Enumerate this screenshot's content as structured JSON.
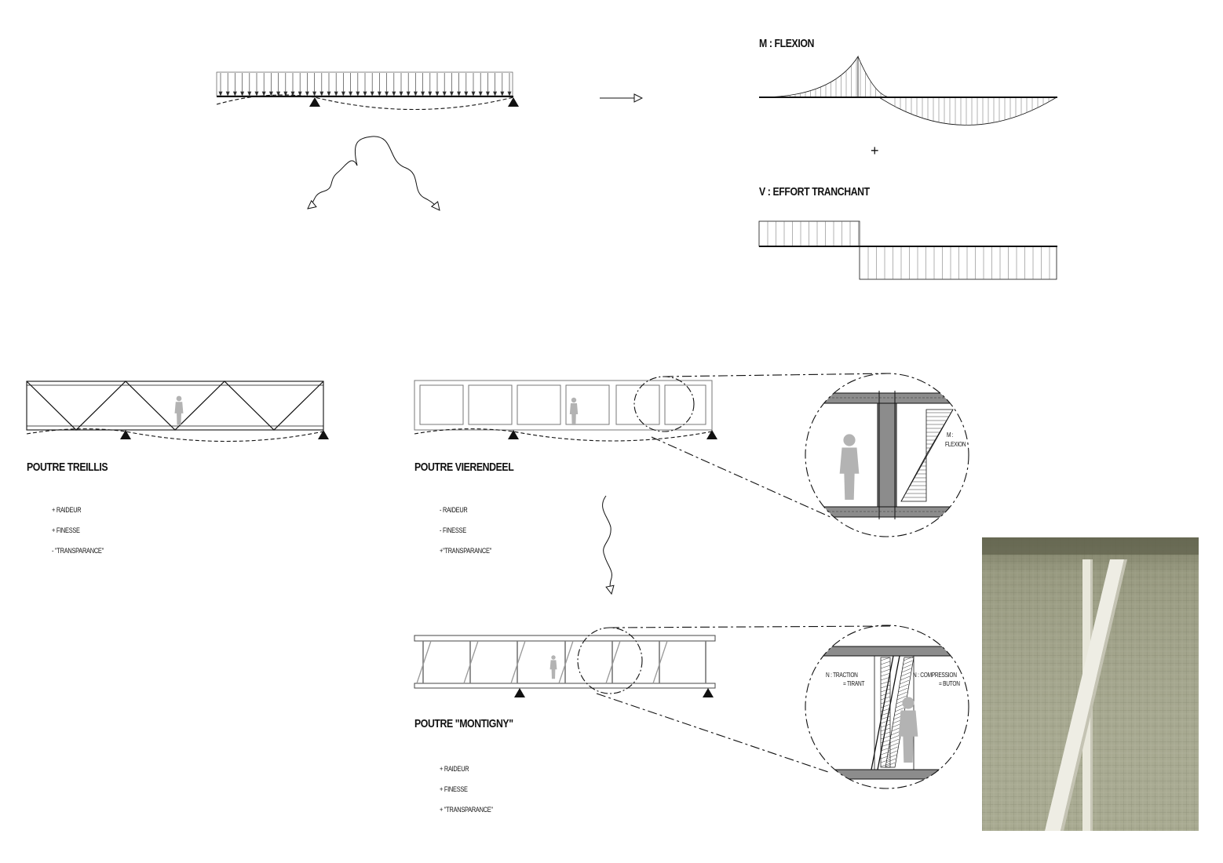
{
  "moment": {
    "label": "M :   FLEXION"
  },
  "plus_sign": "+",
  "shear": {
    "label": "V :   EFFORT TRANCHANT"
  },
  "treillis": {
    "title": "POUTRE TREILLIS",
    "items": [
      "+ RAIDEUR",
      "+ FINESSE",
      "-  \"TRANSPARANCE\""
    ]
  },
  "vierendeel": {
    "title": "POUTRE VIERENDEEL",
    "items": [
      "- RAIDEUR",
      "- FINESSE",
      "+\"TRANSPARANCE\""
    ],
    "detail": {
      "label_line1": "M :",
      "label_line2": "FLEXION"
    }
  },
  "montigny": {
    "title": "POUTRE \"MONTIGNY\"",
    "items": [
      "+ RAIDEUR",
      "+ FINESSE",
      "+ \"TRANSPARANCE\""
    ],
    "detail": {
      "left_line1": "N :   TRACTION",
      "left_line2": "= TIRANT",
      "right_line1": "N : COMPRESSION",
      "right_line2": "= BUTON"
    }
  },
  "colors": {
    "ink": "#111111",
    "figure": "#b3b3b3",
    "column": "#8c8c8c",
    "photo": "#9ea085"
  }
}
